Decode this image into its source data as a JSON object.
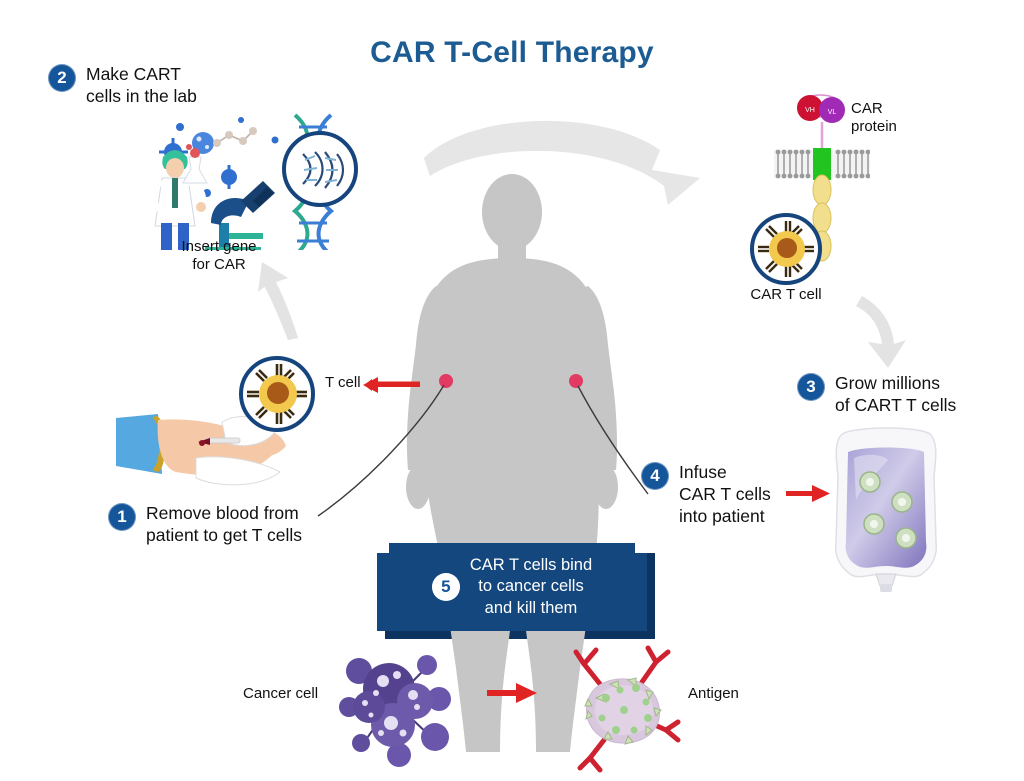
{
  "title": "CAR T-Cell Therapy",
  "colors": {
    "title_blue": "#1c5c92",
    "badge_blue": "#15559a",
    "banner_blue": "#14477e",
    "red_arrow": "#e02424",
    "gray_arrow": "#e3e3e3",
    "body_gray": "#c6c6c6",
    "cell_ring": "#16457e",
    "cell_body": "#f2c94c",
    "cell_nucleus": "#a85a18",
    "iv_fluid": "#8f86c9",
    "cancer_purple": "#6b55a8",
    "antigen_pink": "#d9c7de",
    "antibody_red": "#cf2230"
  },
  "steps": [
    {
      "number": "1",
      "text": "Remove blood from\npatient to get T cells"
    },
    {
      "number": "2",
      "text": "Make CART\ncells in the lab"
    },
    {
      "number": "3",
      "text": "Grow millions\nof CART T cells"
    },
    {
      "number": "4",
      "text": "Infuse\nCAR T cells\ninto patient"
    },
    {
      "number": "5",
      "text": "CAR T cells bind\nto cancer cells\nand kill them"
    }
  ],
  "labels": {
    "insert_gene": "Insert gene\nfor CAR",
    "t_cell": "T cell",
    "car_protein": "CAR\nprotein",
    "car_t_cell": "CAR T cell",
    "cancer_cell": "Cancer cell",
    "antigen": "Antigen"
  },
  "car_protein_domains": {
    "vh": "VH",
    "vl": "VL"
  },
  "icons": {
    "t_cell": "t-cell-icon",
    "car_t_cell": "car-t-cell-icon",
    "dna_circle": "dna-circle-icon",
    "microscope": "microscope-lab-icon",
    "blood_draw": "blood-draw-icon",
    "iv_bag": "iv-bag-icon",
    "cancer_cell": "cancer-cell-icon",
    "antigen_cell": "antigen-cell-icon",
    "body": "human-body-silhouette"
  }
}
